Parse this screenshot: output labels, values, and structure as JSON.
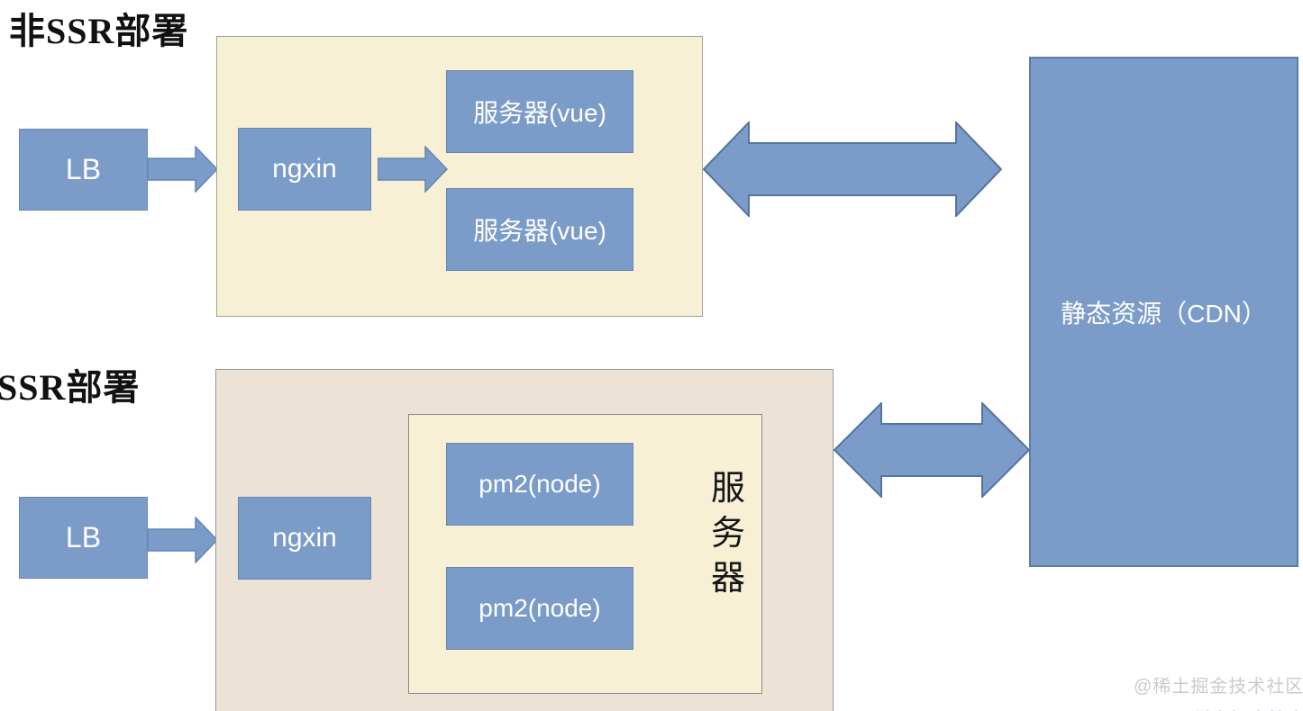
{
  "colors": {
    "box_blue": "#7b9cc9",
    "arrow_outline": "#54749e",
    "cream_panel": "#f7f0d5",
    "beige_panel": "#ece2d5",
    "cdn_border": "#5f7ca6",
    "watermark_gray": "#cbcbcb"
  },
  "non_ssr": {
    "title": "非SSR部署",
    "lb_label": "LB",
    "nginx_label": "ngxin",
    "server_boxes": [
      "服务器(vue)",
      "服务器(vue)"
    ]
  },
  "ssr": {
    "title": "SSR部署",
    "lb_label": "LB",
    "nginx_label": "ngxin",
    "node_boxes": [
      "pm2(node)",
      "pm2(node)"
    ],
    "server_group_label": "服务器"
  },
  "cdn_label": "静态资源（CDN）",
  "watermark": "@稀土掘金技术社区"
}
